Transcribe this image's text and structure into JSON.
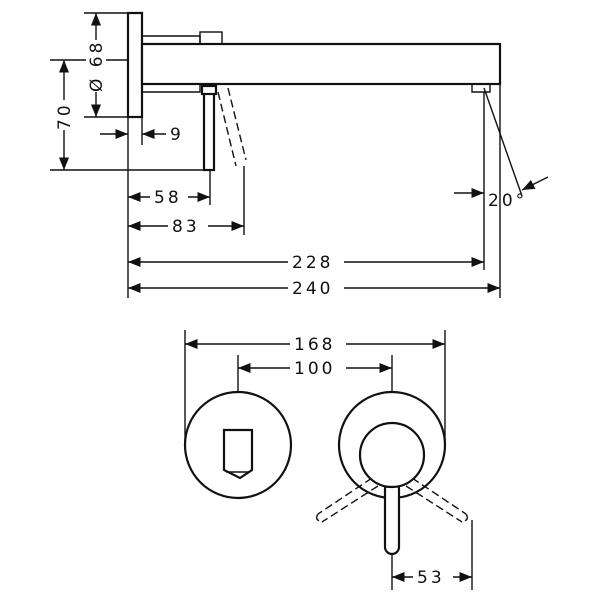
{
  "drawing": {
    "side_view": {
      "dimensions": {
        "plate_diameter": "Ø 68",
        "height_70": "70",
        "offset_9": "9",
        "lever_58": "58",
        "lever_83": "83",
        "spout_228": "228",
        "total_240": "240",
        "angle_20": "20°"
      }
    },
    "front_view": {
      "dimensions": {
        "width_168": "168",
        "spacing_100": "100",
        "lever_53": "53"
      }
    }
  }
}
